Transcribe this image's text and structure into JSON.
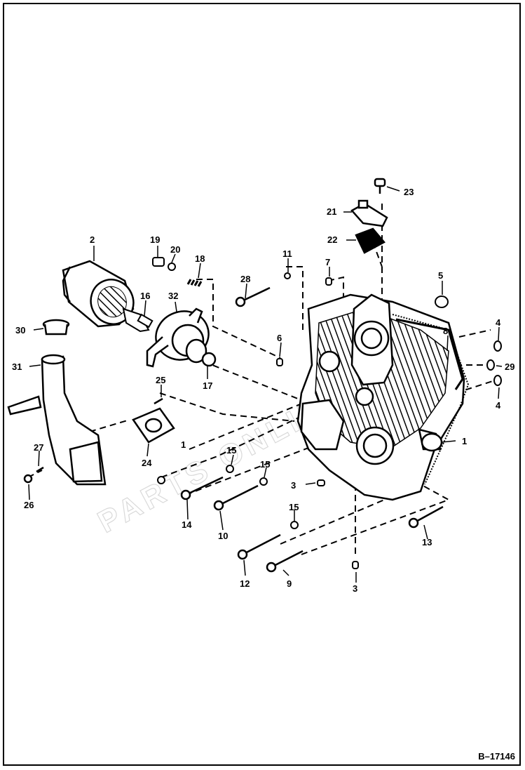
{
  "figure_id": "B–17146",
  "watermark": "PARTS ONLINE",
  "callouts": [
    {
      "id": "c1",
      "text": "1"
    },
    {
      "id": "c2",
      "text": "2"
    },
    {
      "id": "c3a",
      "text": "3"
    },
    {
      "id": "c3b",
      "text": "3"
    },
    {
      "id": "c4a",
      "text": "4"
    },
    {
      "id": "c4b",
      "text": "4"
    },
    {
      "id": "c5",
      "text": "5"
    },
    {
      "id": "c6",
      "text": "6"
    },
    {
      "id": "c7",
      "text": "7"
    },
    {
      "id": "c8",
      "text": "8"
    },
    {
      "id": "c9",
      "text": "9"
    },
    {
      "id": "c10",
      "text": "10"
    },
    {
      "id": "c11",
      "text": "11"
    },
    {
      "id": "c12",
      "text": "12"
    },
    {
      "id": "c13",
      "text": "13"
    },
    {
      "id": "c14",
      "text": "14"
    },
    {
      "id": "c15a",
      "text": "15"
    },
    {
      "id": "c15b",
      "text": "15"
    },
    {
      "id": "c15c",
      "text": "15"
    },
    {
      "id": "c16",
      "text": "16"
    },
    {
      "id": "c17",
      "text": "17"
    },
    {
      "id": "c18",
      "text": "18"
    },
    {
      "id": "c19",
      "text": "19"
    },
    {
      "id": "c20",
      "text": "20"
    },
    {
      "id": "c21",
      "text": "21"
    },
    {
      "id": "c22",
      "text": "22"
    },
    {
      "id": "c23",
      "text": "23"
    },
    {
      "id": "c24",
      "text": "24"
    },
    {
      "id": "c25",
      "text": "25"
    },
    {
      "id": "c26",
      "text": "26"
    },
    {
      "id": "c27",
      "text": "27"
    },
    {
      "id": "c28",
      "text": "28"
    },
    {
      "id": "c29",
      "text": "29"
    },
    {
      "id": "c30",
      "text": "30"
    },
    {
      "id": "c31",
      "text": "31"
    },
    {
      "id": "c32",
      "text": "32"
    },
    {
      "id": "c1x",
      "text": "1"
    }
  ]
}
